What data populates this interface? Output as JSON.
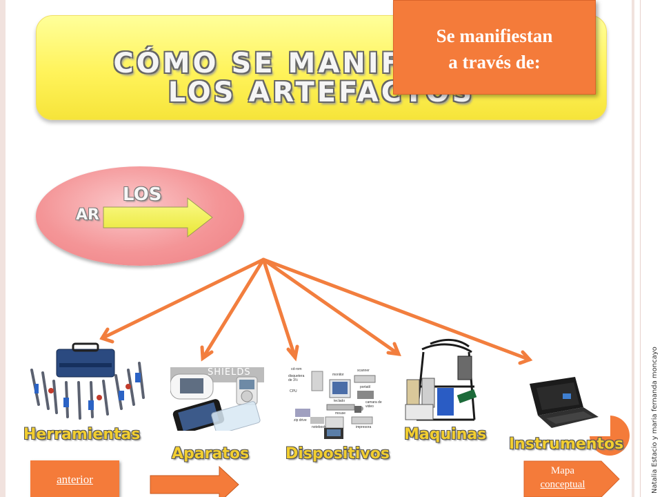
{
  "title": {
    "line1": "CÓMO SE MANIFIESTAN",
    "line2": "LOS ARTEFACTOS"
  },
  "callout": {
    "line1": "Se manifiestan",
    "line2": "a través de:"
  },
  "ellipse": {
    "word1": "LOS",
    "word2": "AR"
  },
  "items": [
    {
      "label": "Herramientas",
      "icon": "toolbox-icon"
    },
    {
      "label": "Aparatos",
      "icon": "phone-console-icon",
      "watermark": "SHIELDS"
    },
    {
      "label": "Dispositivos",
      "icon": "computer-devices-icon",
      "small_labels": [
        "cd-rom",
        "disquetera de 3½",
        "monitor",
        "scanner",
        "CPU",
        "portatil",
        "teclado",
        "mouse",
        "camara de video",
        "zip drive",
        "notebook",
        "impresora"
      ]
    },
    {
      "label": "Maquinas",
      "icon": "machine-icon"
    },
    {
      "label": "Instrumentos",
      "icon": "laptop-icon"
    }
  ],
  "nav": {
    "anterior": "anterior",
    "mapa_line1": "Mapa",
    "mapa_line2": "conceptual"
  },
  "credit": "Natalia Estacio y maria fernanda moncayo",
  "colors": {
    "accent_orange": "#f47b3a",
    "title_yellow": "#fff35a",
    "ellipse_pink": "#f49597",
    "arrow_yellow": "#f3f34a",
    "label_gold": "#f2ce30"
  }
}
